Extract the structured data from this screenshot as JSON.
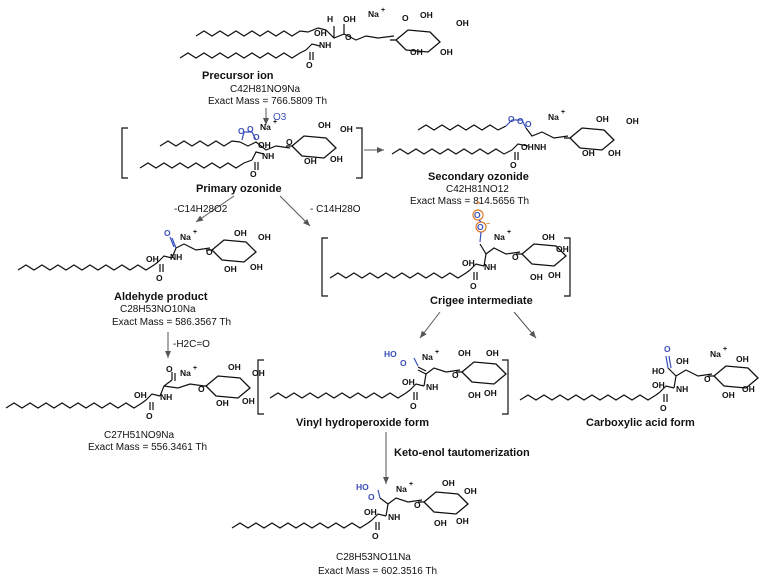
{
  "labels": {
    "na": "Na",
    "na_sup": "+",
    "oh": "OH",
    "nh": "NH",
    "h": "H",
    "o": "O",
    "ho": "HO",
    "o3_reagent": "O3",
    "precursor_title": "Precursor ion",
    "precursor_formula": "C42H81NO9Na",
    "precursor_mass": "Exact Mass = 766.5809 Th",
    "primary_title": "Primary ozonide",
    "secondary_title": "Secondary ozonide",
    "secondary_formula": "C42H81NO12",
    "secondary_mass": "Exact Mass = 814.5656 Th",
    "loss_aldehyde": "-C14H28O2",
    "loss_criegee": "- C14H28O",
    "aldehyde_title": "Aldehyde product",
    "aldehyde_formula": "C28H53NO10Na",
    "aldehyde_mass": "Exact Mass = 586.3567 Th",
    "loss_formaldehyde": "-H2C=O",
    "c27_formula": "C27H51NO9Na",
    "c27_mass": "Exact Mass = 556.3461 Th",
    "criegee_title": "Crigee intermediate",
    "vinyl_title": "Vinyl hydroperoxide form",
    "carboxylic_title": "Carboxylic acid form",
    "keto_enol": "Keto-enol tautomerization",
    "final_formula": "C28H53NO11Na",
    "final_mass": "Exact Mass = 602.3516 Th"
  },
  "colors": {
    "ozone_blue": "#3b4fb8",
    "criegee_orange": "#e07a2b",
    "arrow_gray": "#555555"
  }
}
